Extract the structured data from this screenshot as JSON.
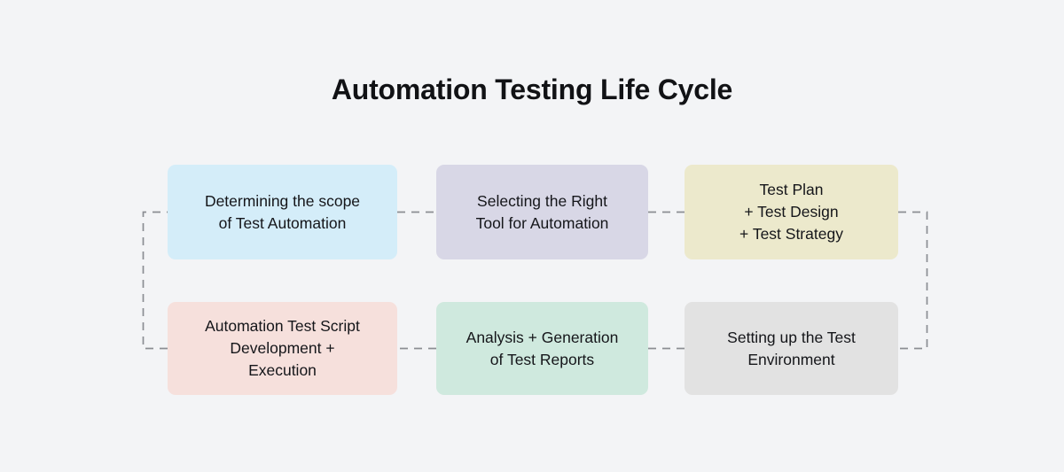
{
  "title": "Automation Testing Life Cycle",
  "colors": {
    "page_background": "#f3f4f6",
    "title_text": "#111215",
    "box_text": "#15161a",
    "connector": "#8b8d93",
    "stage_1_fill": "#d4edf9",
    "stage_2_fill": "#d8d7e6",
    "stage_3_fill": "#ece9cc",
    "stage_4_fill": "#f6e0dc",
    "stage_5_fill": "#cfe9de",
    "stage_6_fill": "#e2e2e2"
  },
  "diagram": {
    "type": "cycle-flow",
    "rows": 2,
    "columns": 3,
    "flow_order": [
      1,
      2,
      3,
      6,
      5,
      4
    ],
    "connector_style": "dashed",
    "stages": [
      {
        "order": 1,
        "label": "Determining the scope\nof Test Automation",
        "fill": "#d4edf9",
        "row": 1,
        "column": 1
      },
      {
        "order": 2,
        "label": "Selecting the Right\nTool for Automation",
        "fill": "#d8d7e6",
        "row": 1,
        "column": 2
      },
      {
        "order": 3,
        "label": "Test Plan\n+ Test Design\n+ Test Strategy",
        "fill": "#ece9cc",
        "row": 1,
        "column": 3
      },
      {
        "order": 4,
        "label": "Setting up the Test\nEnvironment",
        "fill": "#e2e2e2",
        "row": 2,
        "column": 3
      },
      {
        "order": 5,
        "label": "Analysis + Generation\nof Test Reports",
        "fill": "#cfe9de",
        "row": 2,
        "column": 2
      },
      {
        "order": 6,
        "label": "Automation Test Script\nDevelopment +\nExecution",
        "fill": "#f6e0dc",
        "row": 2,
        "column": 1
      }
    ]
  }
}
